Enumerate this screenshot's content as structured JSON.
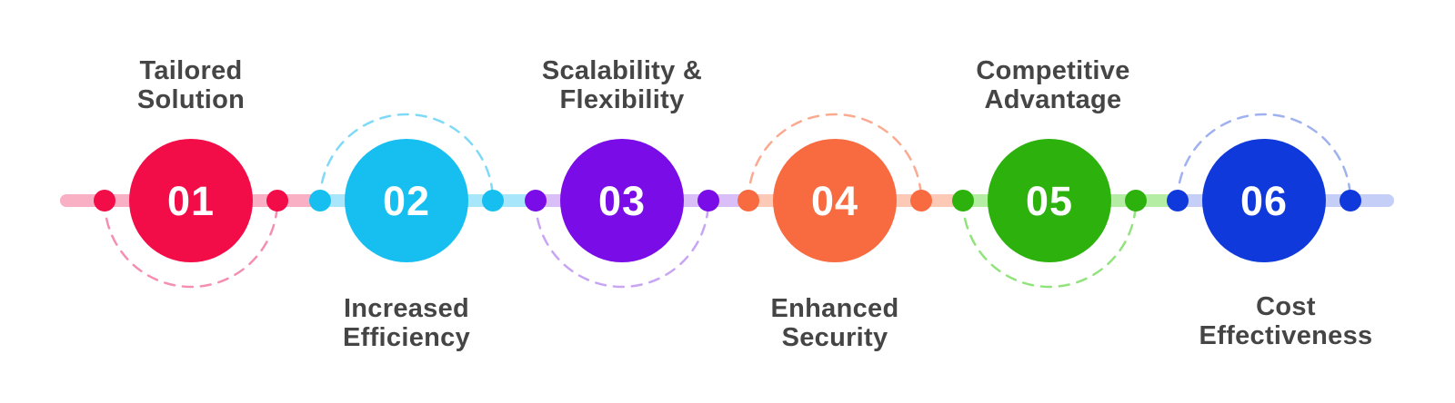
{
  "background": "#FFFFFF",
  "label_color": "#454545",
  "number_color": "#FFFFFF",
  "steps": [
    {
      "number": "01",
      "label_lines": [
        "Tailored",
        "Solution"
      ],
      "label_position": "above",
      "color": "#F20D49",
      "line_tint": "#F9AFC4",
      "arc_color": "#F48FB0"
    },
    {
      "number": "02",
      "label_lines": [
        "Increased",
        "Efficiency"
      ],
      "label_position": "below",
      "color": "#17BFF0",
      "line_tint": "#A8E6FB",
      "arc_color": "#7FDAF8"
    },
    {
      "number": "03",
      "label_lines": [
        "Scalability &",
        "Flexibility"
      ],
      "label_position": "above",
      "color": "#7A0CE8",
      "line_tint": "#DABEF7",
      "arc_color": "#C8A5F4"
    },
    {
      "number": "04",
      "label_lines": [
        "Enhanced",
        "Security"
      ],
      "label_position": "below",
      "color": "#F86A40",
      "line_tint": "#FCC9B6",
      "arc_color": "#FAAA90"
    },
    {
      "number": "05",
      "label_lines": [
        "Competitive",
        "Advantage"
      ],
      "label_position": "above",
      "color": "#2DB10D",
      "line_tint": "#B6EDA4",
      "arc_color": "#92E37D"
    },
    {
      "number": "06",
      "label_lines": [
        "Cost",
        "Effectiveness"
      ],
      "label_position": "below",
      "color": "#1039DC",
      "line_tint": "#C4CEF7",
      "arc_color": "#A0B1F0"
    }
  ]
}
